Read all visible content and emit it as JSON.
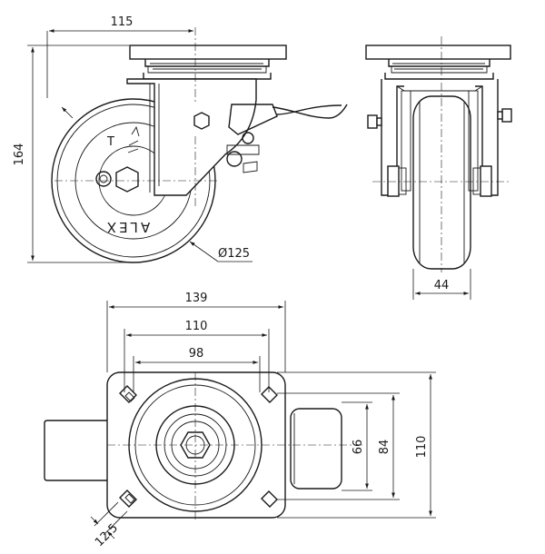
{
  "side_view": {
    "width_label": "115",
    "height_label": "164",
    "wheel_diameter_label": "Ø125",
    "logo_text": "ALEX",
    "letter_t": "T"
  },
  "front_view": {
    "wheel_width_label": "44"
  },
  "top_view": {
    "plate_length_label": "139",
    "plate_width_label": "110",
    "hole_spacing_long_label": "98",
    "hole_spacing_width_label": "110",
    "hole_spacing_short_label": "84",
    "inner_spacing_label": "66",
    "slot_label": "12.5"
  }
}
